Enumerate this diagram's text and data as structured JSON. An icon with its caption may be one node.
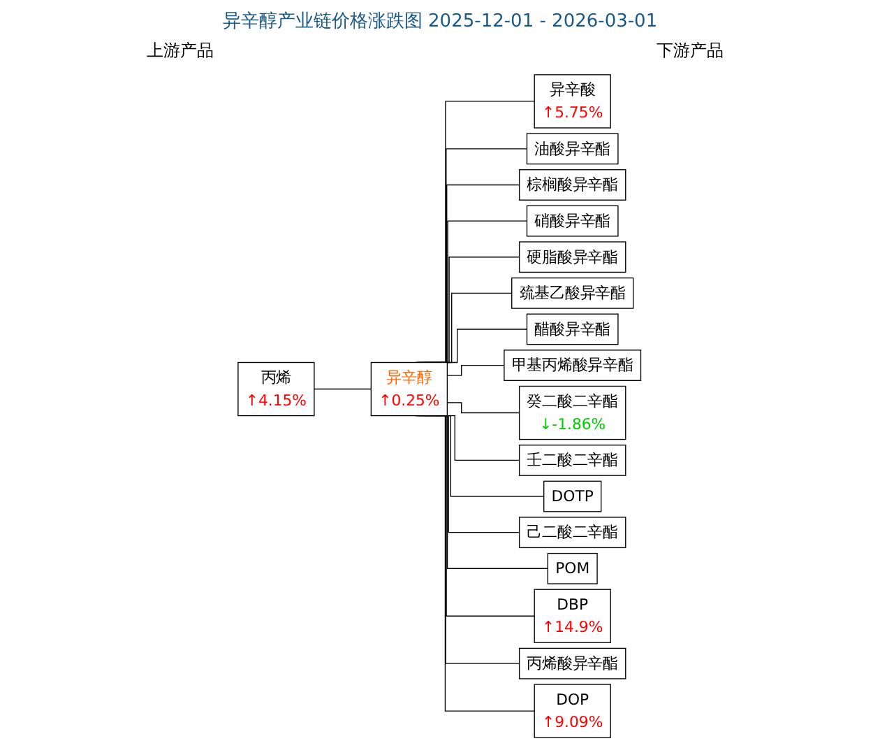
{
  "diagram": {
    "title": "异辛醇产业链价格涨跌图 2025-12-01 - 2026-03-01",
    "nodes": [
      {
        "text": [
          "丙烯",
          "↑4.15%"
        ]
      },
      {
        "text": [
          "异辛醇",
          "↑0.25%"
        ]
      },
      {
        "text": [
          "异辛酸",
          "↑5.75%"
        ]
      },
      {
        "text": [
          "油酸异辛酯"
        ]
      },
      {
        "text": [
          "棕榈酸异辛酯"
        ]
      },
      {
        "text": [
          "硝酸异辛酯"
        ]
      },
      {
        "text": [
          "硬脂酸异辛酯"
        ]
      },
      {
        "text": [
          "巯基乙酸异辛酯"
        ]
      },
      {
        "text": [
          "醋酸异辛酯"
        ]
      },
      {
        "text": [
          "甲基丙烯酸异辛酯"
        ]
      },
      {
        "text": [
          "癸二酸二辛酯",
          "↓-1.86%"
        ]
      },
      {
        "text": [
          "壬二酸二辛酯"
        ]
      },
      {
        "text": [
          "DOTP"
        ]
      },
      {
        "text": [
          "己二酸二辛酯"
        ]
      },
      {
        "text": [
          "POM"
        ]
      },
      {
        "text": [
          "DBP",
          "↑14.9%"
        ]
      },
      {
        "text": [
          "丙烯酸异辛酯"
        ]
      },
      {
        "text": [
          "DOP",
          "↑9.09%"
        ]
      }
    ],
    "edges": [
      {
        "from": 0,
        "to": 1,
        "arrow": "none"
      },
      {
        "from": 1,
        "to": 2,
        "arrow": "none"
      },
      {
        "from": 1,
        "to": 3,
        "arrow": "none"
      },
      {
        "from": 1,
        "to": 4,
        "arrow": "none"
      },
      {
        "from": 1,
        "to": 5,
        "arrow": "none"
      },
      {
        "from": 1,
        "to": 6,
        "arrow": "none"
      },
      {
        "from": 1,
        "to": 7,
        "arrow": "none"
      },
      {
        "from": 1,
        "to": 8,
        "arrow": "none"
      },
      {
        "from": 1,
        "to": 9,
        "arrow": "none"
      },
      {
        "from": 1,
        "to": 10,
        "arrow": "none"
      },
      {
        "from": 1,
        "to": 11,
        "arrow": "none"
      },
      {
        "from": 1,
        "to": 12,
        "arrow": "none"
      },
      {
        "from": 1,
        "to": 13,
        "arrow": "none"
      },
      {
        "from": 1,
        "to": 14,
        "arrow": "none"
      },
      {
        "from": 1,
        "to": 15,
        "arrow": "none"
      },
      {
        "from": 1,
        "to": 16,
        "arrow": "none"
      },
      {
        "from": 1,
        "to": 17,
        "arrow": "none"
      }
    ],
    "labels": [
      "上游产品",
      "下游产品"
    ]
  }
}
